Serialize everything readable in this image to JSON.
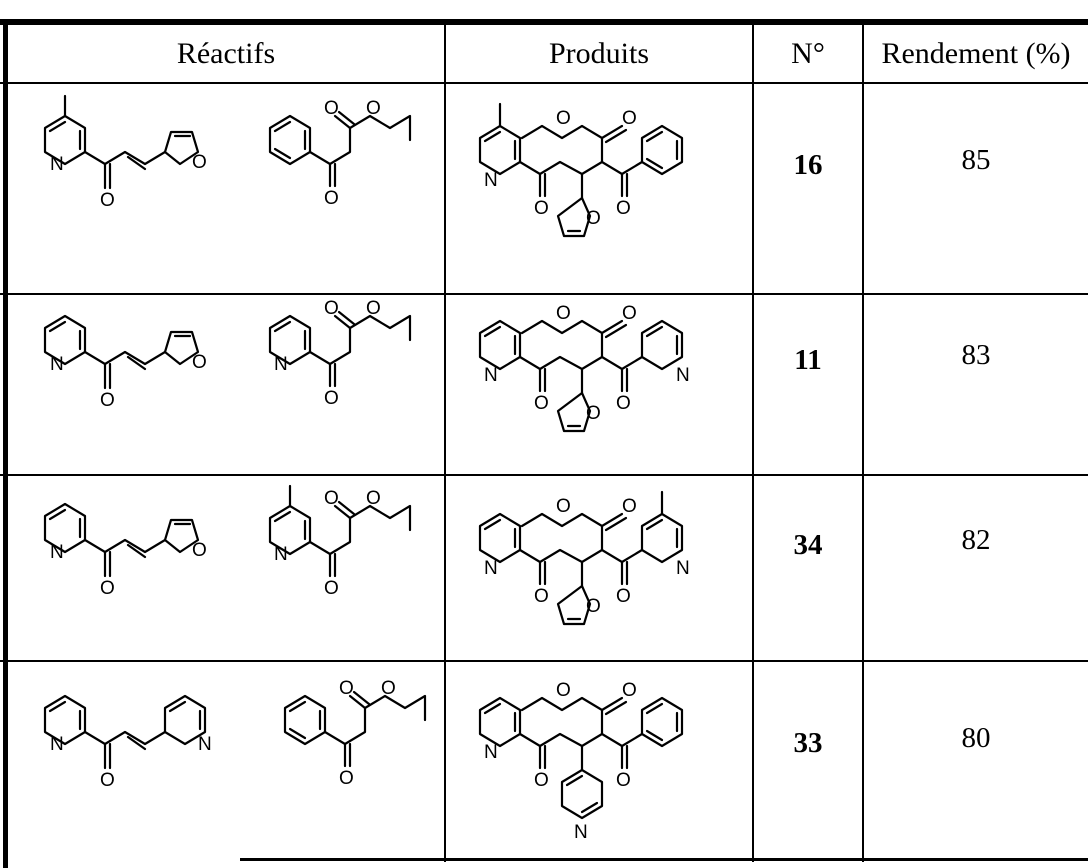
{
  "table": {
    "headers": [
      "Réactifs",
      "Produits",
      "N°",
      "Rendement (%)"
    ],
    "rows": [
      {
        "n": "16",
        "yield": "85"
      },
      {
        "n": "11",
        "yield": "83"
      },
      {
        "n": "34",
        "yield": "82"
      },
      {
        "n": "33",
        "yield": "80"
      }
    ]
  },
  "atoms": {
    "N": "N",
    "O": "O"
  }
}
